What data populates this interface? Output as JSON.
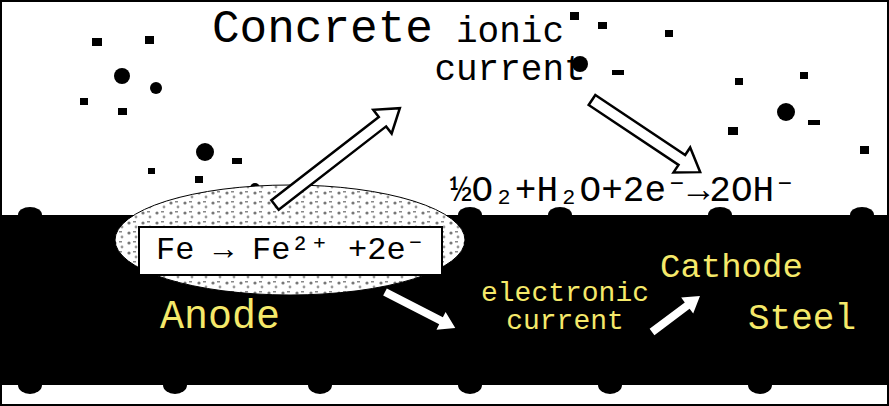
{
  "diagram": {
    "nodes": [
      {
        "text": [
          "Fe → Fe²⁺ +2e⁻"
        ]
      }
    ],
    "labels": [
      "Concrete",
      "ionic current",
      "½O₂+H₂O+2e⁻→2OH⁻",
      "Cathode",
      "Anode",
      "electronic current",
      "Steel"
    ]
  }
}
